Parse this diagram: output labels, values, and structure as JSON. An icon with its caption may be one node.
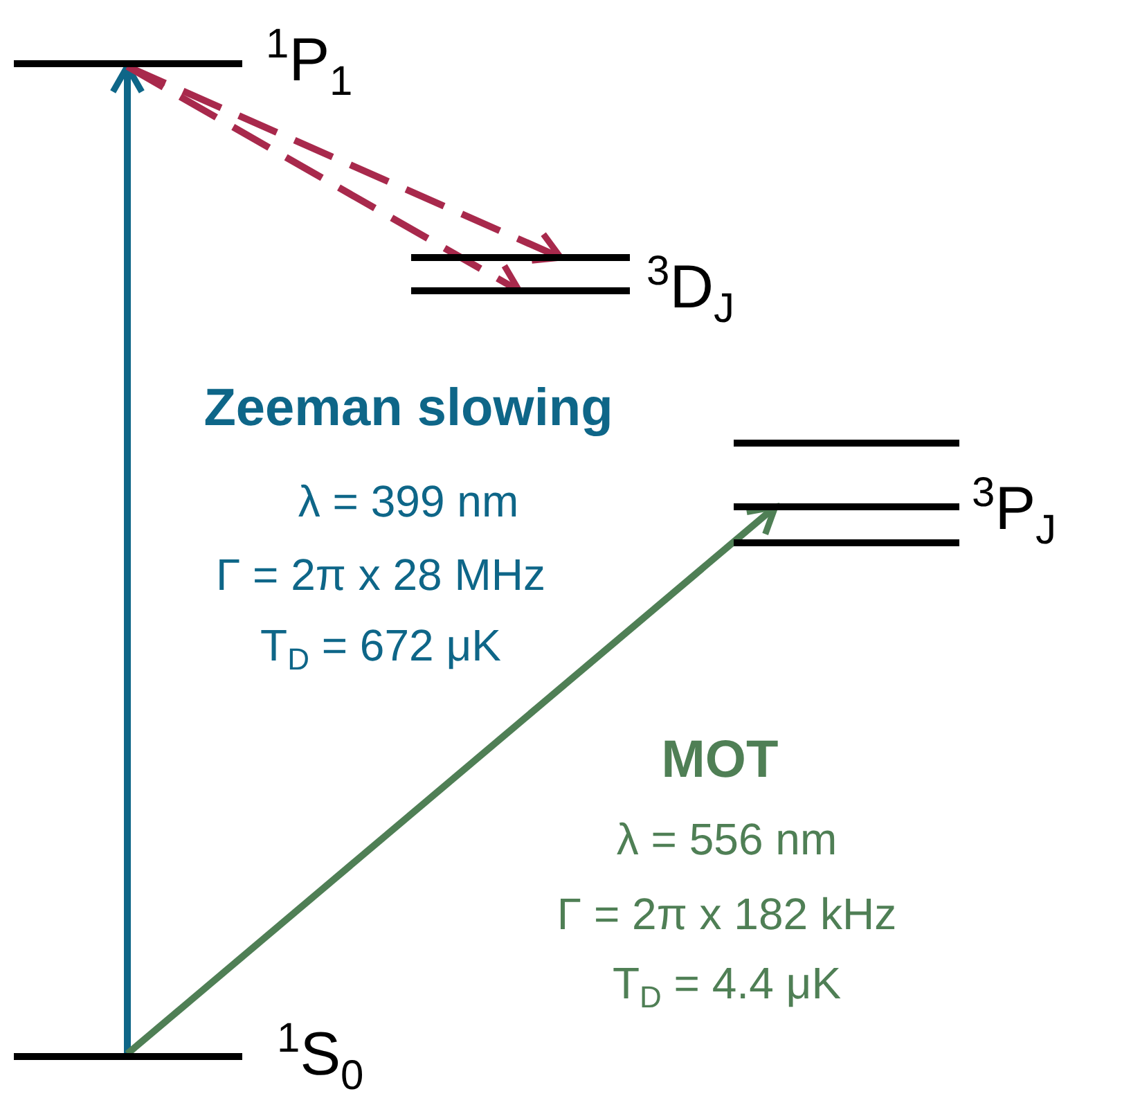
{
  "diagram": {
    "nodes": [
      {
        "text": [
          "$^{1}$P$_{1}$"
        ]
      },
      {
        "text": [
          "$^{3}$D$_{J}$"
        ]
      },
      {
        "text": [
          "$^{3}$P$_{J}$"
        ]
      },
      {
        "text": [
          "$^{1}$S$_{0}$"
        ]
      }
    ],
    "edges": [
      {
        "from": 3,
        "to": 0,
        "arrow": "to",
        "color": "#0e6688"
      },
      {
        "from": 3,
        "to": 2,
        "arrow": "to",
        "color": "#4f7f55"
      },
      {
        "from": 0,
        "to": 1,
        "arrow": "to",
        "style": "dashed",
        "color": "#a8294c"
      },
      {
        "from": 0,
        "to": 1,
        "arrow": "to",
        "style": "dashed",
        "color": "#a8294c"
      }
    ],
    "labels": [
      "Zeeman slowing",
      "λ = 399 nm",
      "Γ = 2π x 28 MHz",
      "T$_{D}$ = 672 μK",
      "MOT",
      "λ = 556 nm",
      "Γ = 2π x 182 kHz",
      "T$_{D}$ = 4.4 μK"
    ]
  }
}
